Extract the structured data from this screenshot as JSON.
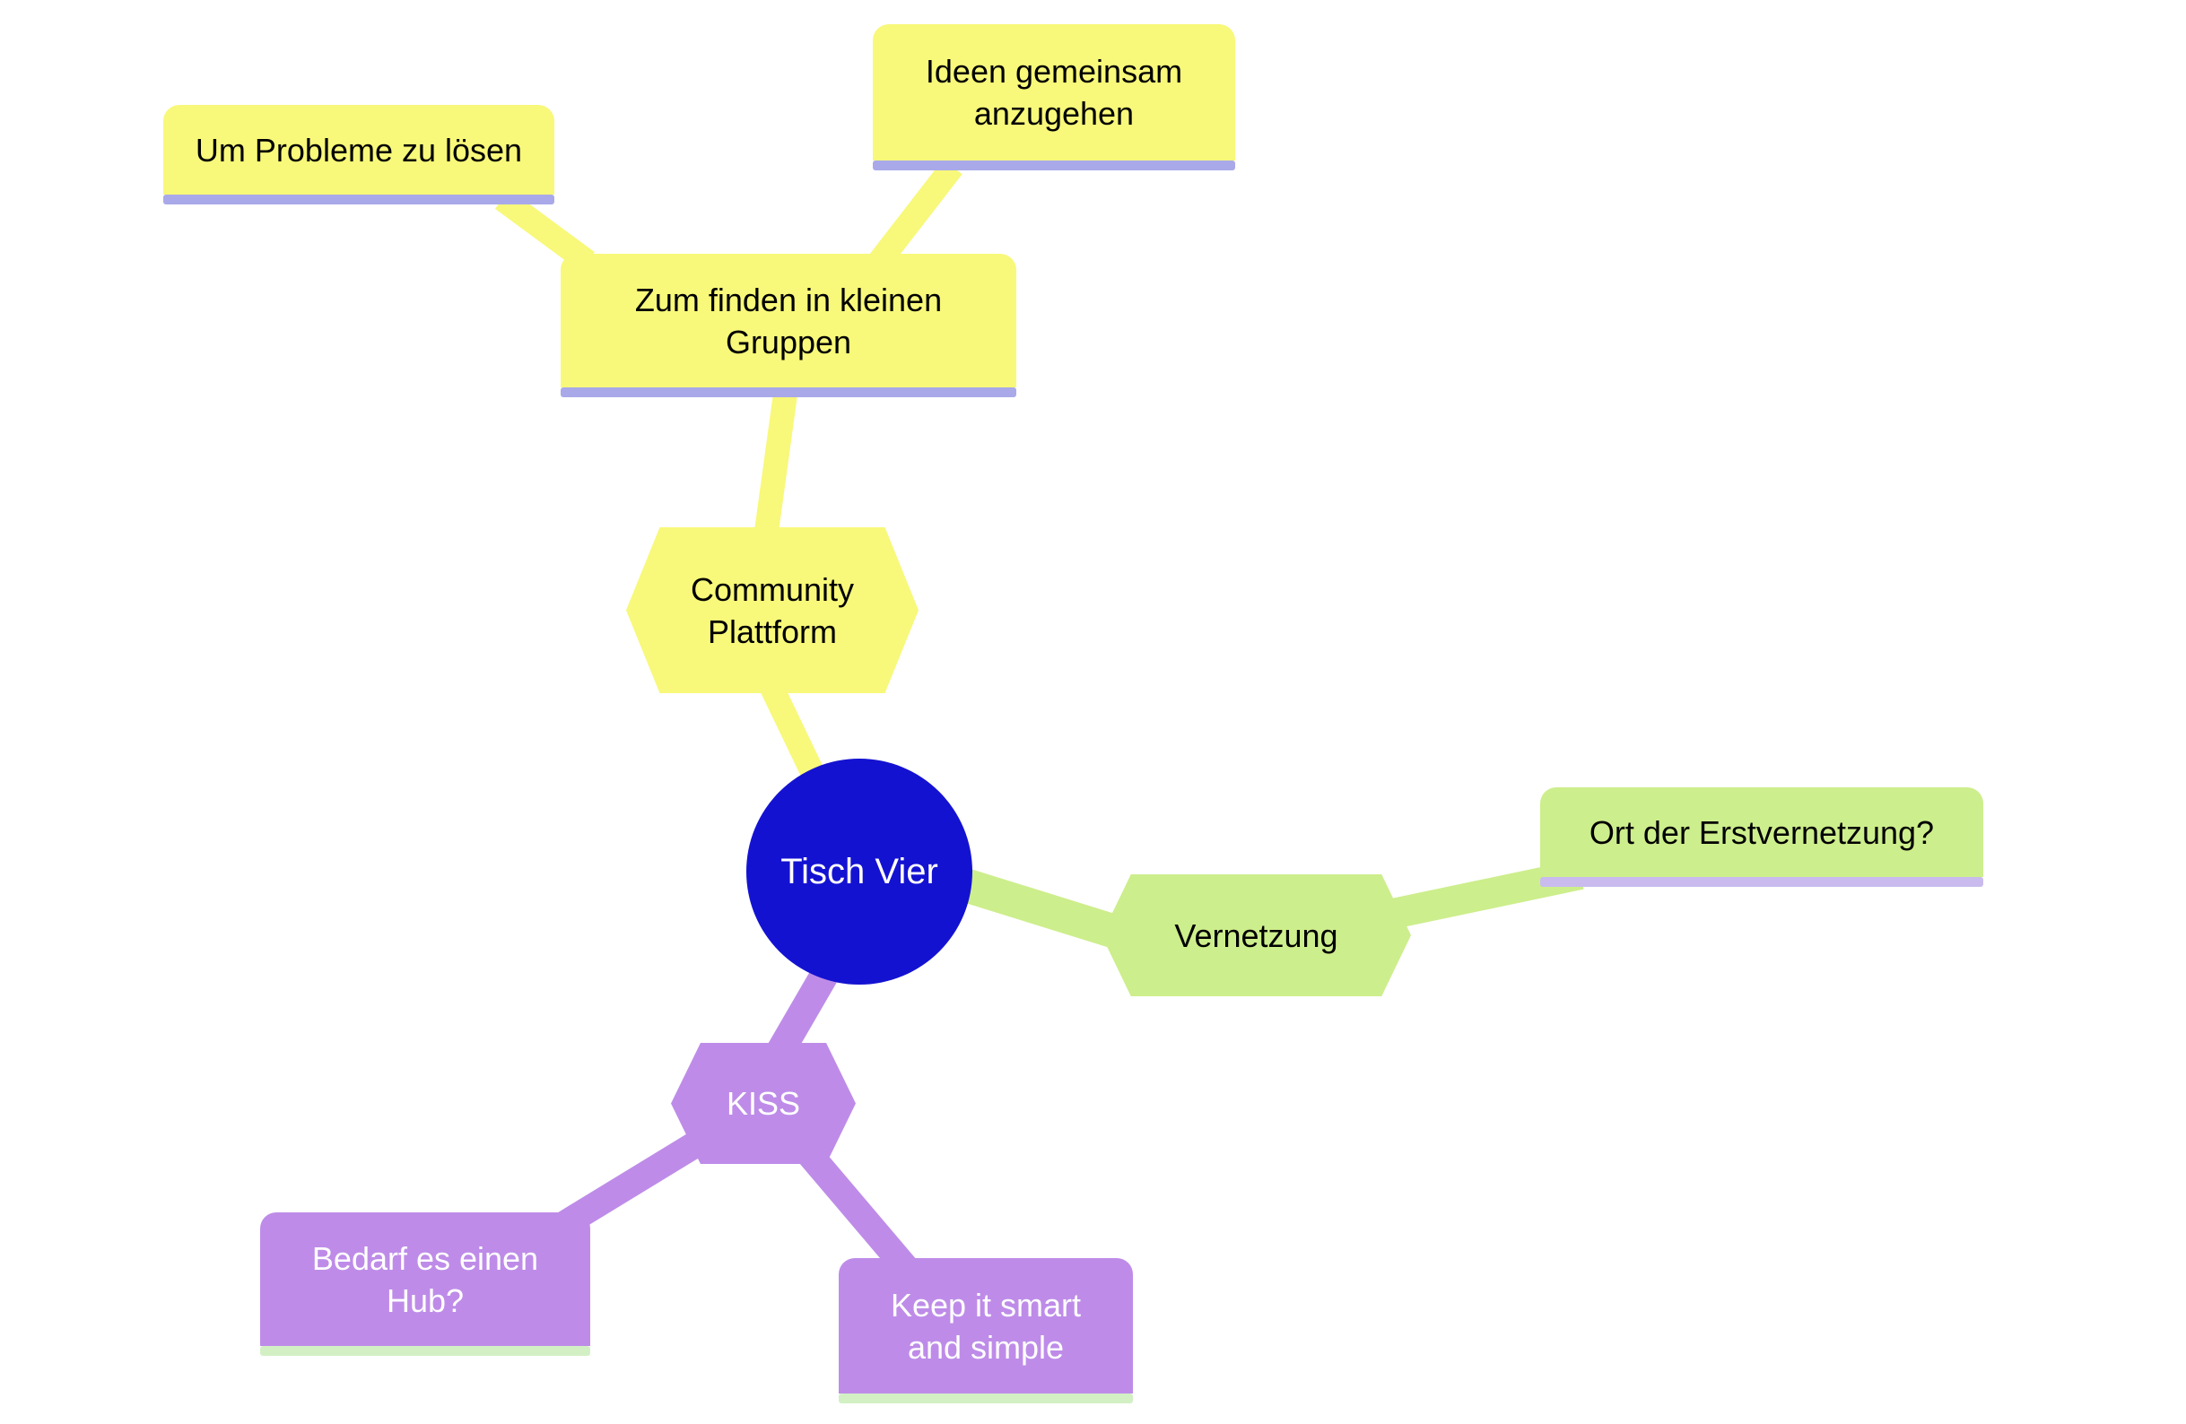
{
  "diagram": {
    "kind": "mindmap",
    "background": "#ffffff"
  },
  "colors": {
    "branchYellow": "#F8F87A",
    "branchGreen": "#CDEE8C",
    "branchPurple": "#BE8CE8",
    "centerBlue": "#1412D1",
    "underlineLavender": "#A9A9E9",
    "underlineLilac": "#C9BBEE",
    "underlinePaleGreen": "#D3F0C5",
    "darkText": "#000000",
    "lightText": "#ffffff"
  },
  "nodes": {
    "tisch_vier": {
      "label": "Tisch Vier",
      "lines": [
        "Tisch Vier"
      ]
    },
    "community": {
      "label": "Community Plattform",
      "lines": [
        "Community",
        "Plattform"
      ]
    },
    "zum_finden": {
      "label": "Zum finden in kleinen Gruppen",
      "lines": [
        "Zum finden in kleinen",
        "Gruppen"
      ]
    },
    "um_probleme": {
      "label": "Um Probleme zu lösen",
      "lines": [
        "Um Probleme zu lösen"
      ]
    },
    "ideen": {
      "label": "Ideen gemeinsam anzugehen",
      "lines": [
        "Ideen gemeinsam",
        "anzugehen"
      ]
    },
    "vernetzung": {
      "label": "Vernetzung",
      "lines": [
        "Vernetzung"
      ]
    },
    "ort": {
      "label": "Ort der Erstvernetzung?",
      "lines": [
        "Ort der Erstvernetzung?"
      ]
    },
    "kiss": {
      "label": "KISS",
      "lines": [
        "KISS"
      ]
    },
    "bedarf": {
      "label": "Bedarf es einen Hub?",
      "lines": [
        "Bedarf es einen",
        "Hub?"
      ]
    },
    "keep": {
      "label": "Keep it smart and simple",
      "lines": [
        "Keep it smart",
        "and simple"
      ]
    }
  },
  "connections": [
    {
      "from": "Tisch Vier",
      "to": "Community Plattform",
      "color_key": "branchYellow"
    },
    {
      "from": "Community Plattform",
      "to": "Zum finden in kleinen Gruppen",
      "color_key": "branchYellow"
    },
    {
      "from": "Zum finden in kleinen Gruppen",
      "to": "Um Probleme zu lösen",
      "color_key": "branchYellow"
    },
    {
      "from": "Zum finden in kleinen Gruppen",
      "to": "Ideen gemeinsam anzugehen",
      "color_key": "branchYellow"
    },
    {
      "from": "Tisch Vier",
      "to": "Vernetzung",
      "color_key": "branchGreen"
    },
    {
      "from": "Vernetzung",
      "to": "Ort der Erstvernetzung?",
      "color_key": "branchGreen"
    },
    {
      "from": "Tisch Vier",
      "to": "KISS",
      "color_key": "branchPurple"
    },
    {
      "from": "KISS",
      "to": "Bedarf es einen Hub?",
      "color_key": "branchPurple"
    },
    {
      "from": "KISS",
      "to": "Keep it smart and simple",
      "color_key": "branchPurple"
    }
  ]
}
